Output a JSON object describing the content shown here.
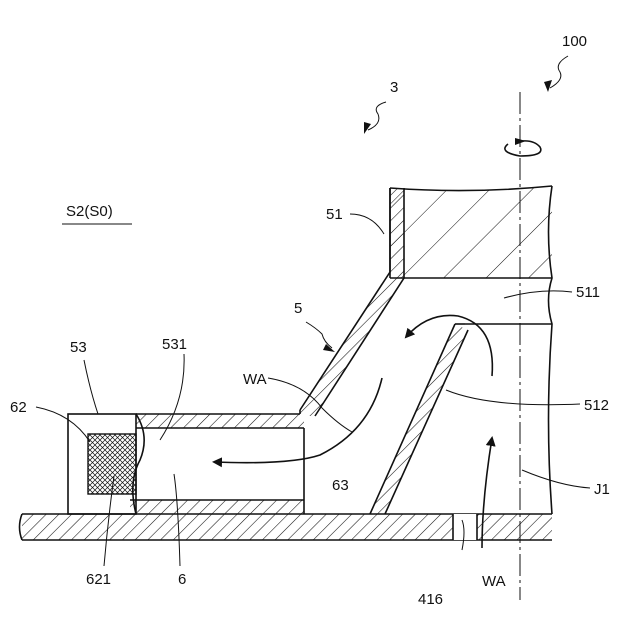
{
  "labels": {
    "device": "100",
    "part3": "3",
    "space": "S2(S0)",
    "part51": "51",
    "part511": "511",
    "part5": "5",
    "part53": "53",
    "part531": "531",
    "partWA_upper": "WA",
    "part512": "512",
    "part62": "62",
    "partJ1": "J1",
    "part621": "621",
    "part6": "6",
    "part63": "63",
    "part416": "416",
    "partWA_lower": "WA"
  }
}
